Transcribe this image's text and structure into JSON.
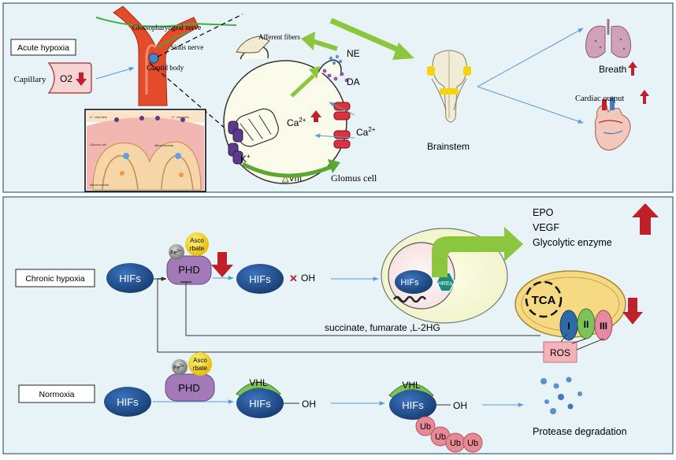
{
  "panels": {
    "acute": "Acute hypoxia",
    "chronic": "Chronic hypoxia",
    "normoxia": "Normoxia"
  },
  "acute": {
    "capillary": "Capillary",
    "o2": "O2",
    "glossopharyngeal": "Glossopharyngeal nerve",
    "sinus_nerve": "Sinus nerve",
    "carotid_body": "Carotid body",
    "afferent": "Afferent fibers",
    "ne": "NE",
    "da": "DA",
    "ca": "Ca",
    "ca_sup": "2+",
    "ca2": "Ca",
    "ca2_sup": "2+",
    "k": "K",
    "k_sup": "+",
    "vm": "△Vm",
    "glomus": "Glomus cell",
    "brainstem": "Brainstem",
    "breath": "Breath",
    "cardiac": "Cardiac output"
  },
  "chronic": {
    "fe": "Fe",
    "fe_sup": "2+",
    "asco1": "Asco",
    "asco2": "rbate",
    "phd": "PHD",
    "hifs": "HIFs",
    "hifs_oh": "HIFs",
    "oh": "OH",
    "hifs_nuc": "HIFs",
    "hres": "HREs",
    "epo": "EPO",
    "vegf": "VEGF",
    "glyco": "Glycolytic enzyme",
    "tca": "TCA",
    "c1": "I",
    "c2": "II",
    "c3": "III",
    "ros": "ROS",
    "succ": "succinate, fumarate ,L-2HG"
  },
  "normoxia": {
    "fe": "Fe",
    "fe_sup": "2+",
    "asco1": "Asco",
    "asco2": "rbate",
    "phd": "PHD",
    "hifs1": "HIFs",
    "vhl1": "VHL",
    "hifs2": "HIFs",
    "oh1": "OH",
    "vhl2": "VHL",
    "hifs3": "HIFs",
    "oh2": "OH",
    "ub": [
      "Ub",
      "Ub",
      "Ub",
      "Ub"
    ],
    "protease": "Protease degradation"
  },
  "colors": {
    "panel_bg": "#e8f3f8",
    "hif_blue": "#1f4e8c",
    "phd_purple": "#a27ab8",
    "green_arrow": "#8cc63f",
    "red_arrow": "#c0202a",
    "ros_pink": "#f4b3b8",
    "ub_pink": "#e88a96",
    "asco_yellow": "#f5d40f"
  }
}
